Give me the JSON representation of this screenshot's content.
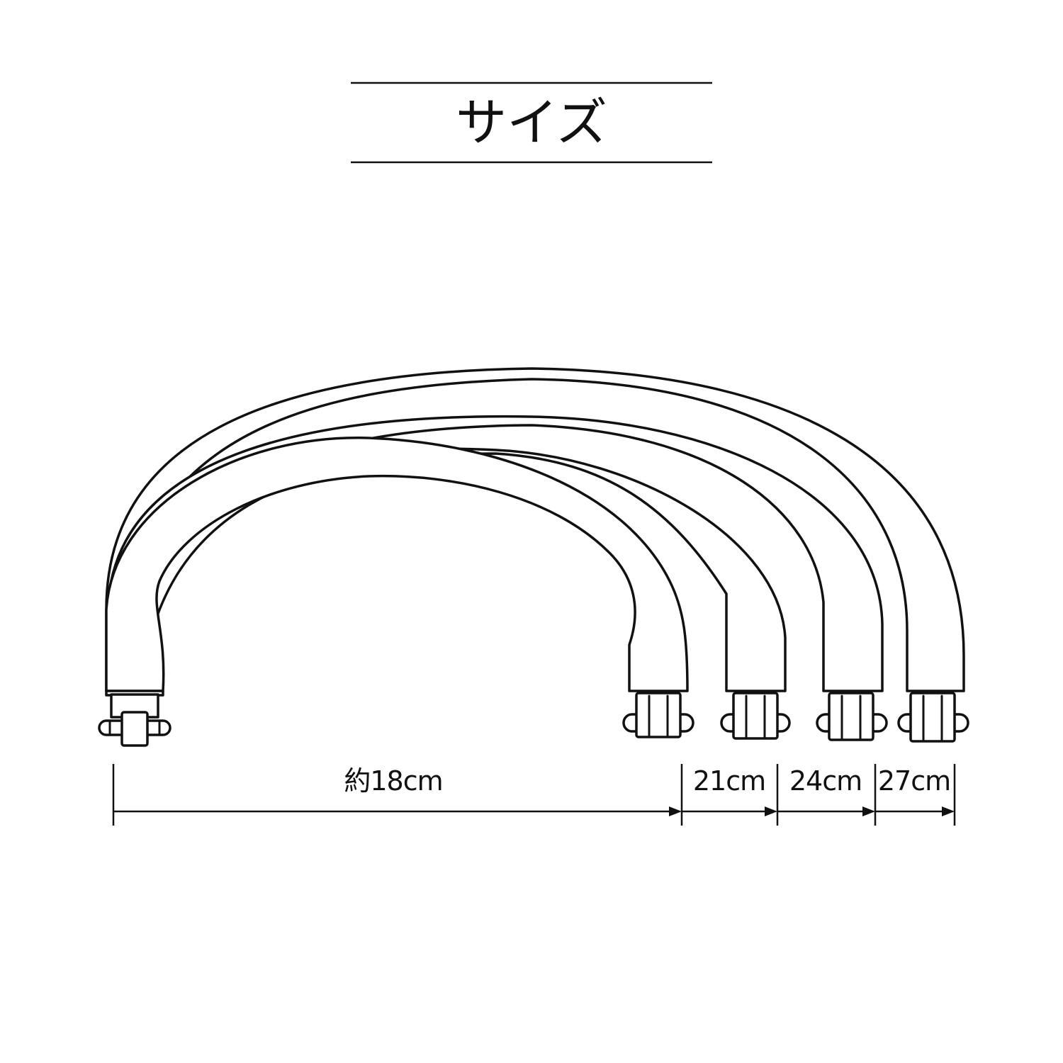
{
  "title": "サイズ",
  "dimensions": [
    {
      "id": "size-18",
      "label": "約18cm"
    },
    {
      "id": "size-21",
      "label": "21cm"
    },
    {
      "id": "size-24",
      "label": "24cm"
    },
    {
      "id": "size-27",
      "label": "27cm"
    }
  ]
}
